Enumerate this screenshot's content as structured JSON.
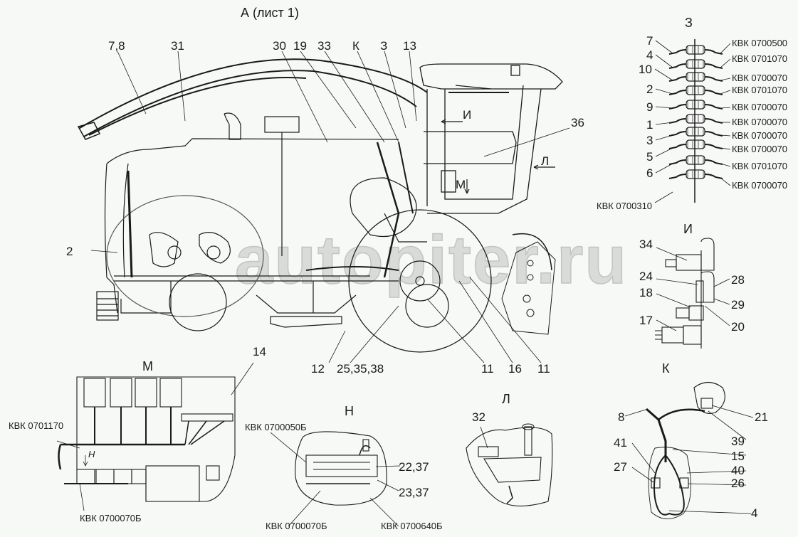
{
  "drawing": {
    "main_view_title": "А (лист 1)",
    "watermark": "autopiter.ru",
    "background_color": "#f7f9f7",
    "line_color": "#1a1a1a"
  },
  "main_view": {
    "callouts": [
      "7,8",
      "31",
      "30",
      "19",
      "33",
      "К",
      "З",
      "13",
      "36",
      "2",
      "12",
      "25,35,38",
      "11",
      "16",
      "11"
    ],
    "view_arrows": [
      "И",
      "М",
      "Л"
    ]
  },
  "detail_z": {
    "title": "З",
    "left_labels": [
      "7",
      "4",
      "10",
      "2",
      "9",
      "1",
      "3",
      "5",
      "6"
    ],
    "right_labels": [
      "КВК 0700500",
      "КВК 0701070",
      "КВК 0700070",
      "КВК 0701070",
      "КВК 0700070",
      "КВК 0700070",
      "КВК 0700070",
      "КВК 0700070",
      "КВК 0701070",
      "КВК 0700070"
    ],
    "bottom_label": "КВК 0700310"
  },
  "detail_i": {
    "title": "И",
    "labels": [
      "34",
      "24",
      "18",
      "17",
      "28",
      "29",
      "20"
    ]
  },
  "detail_m": {
    "title": "М",
    "callout": "14",
    "labels": [
      "КВК 0701170",
      "КВК 0700070Б"
    ],
    "view_arrow": "Н"
  },
  "detail_n": {
    "title": "Н",
    "labels": [
      "КВК 0700050Б",
      "22,37",
      "23,37",
      "КВК 0700070Б",
      "КВК 0700640Б"
    ]
  },
  "detail_l": {
    "title": "Л",
    "labels": [
      "32"
    ]
  },
  "detail_k": {
    "title": "К",
    "labels": [
      "8",
      "21",
      "39",
      "41",
      "15",
      "27",
      "40",
      "26",
      "4"
    ]
  }
}
